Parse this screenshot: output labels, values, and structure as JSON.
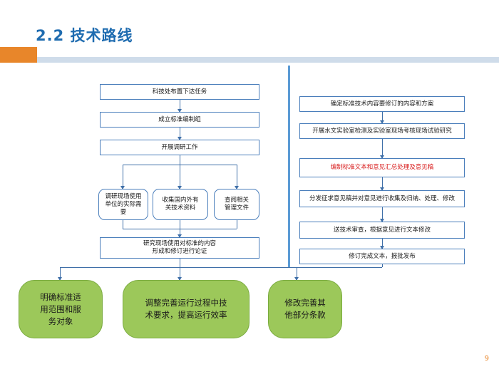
{
  "slide": {
    "title": "2.2  技术路线",
    "page_number": "9",
    "accent_color": "#e8862a",
    "title_color": "#1f6cb0",
    "divider_color": "#5b9bd5",
    "green_box_fill": "#9cc85a",
    "green_box_border": "#7aab3f",
    "box_border_color": "#4a7ebb",
    "highlight_text_color": "#d81b1b"
  },
  "left_column": {
    "steps": [
      {
        "id": "step-1",
        "text": "科技处布置下达任务"
      },
      {
        "id": "step-2",
        "text": "成立标准编制组"
      },
      {
        "id": "step-3",
        "text": "开展调研工作"
      }
    ],
    "parallel": [
      {
        "id": "step-4a",
        "line1": "调研现场使用",
        "line2": "单位的实际需",
        "line3": "要"
      },
      {
        "id": "step-4b",
        "line1": "收集国内外有",
        "line2": "关技术资料"
      },
      {
        "id": "step-4c",
        "line1": "查阅相关",
        "line2": "管理文件"
      }
    ],
    "summary": {
      "id": "step-5",
      "line1": "研究现场使用对标准的内容",
      "line2": "形成和修订进行论证"
    }
  },
  "right_column": {
    "steps": [
      {
        "id": "r-step-1",
        "text": "确定标准技术内容要修订的内容和方案",
        "highlight": false
      },
      {
        "id": "r-step-2",
        "text": "开展水文实验室检测及实验室现场考核现场试验研究",
        "highlight": false
      },
      {
        "id": "r-step-3",
        "text": "编制标准文本和意见汇总处理及意见稿",
        "highlight": true
      },
      {
        "id": "r-step-4",
        "text": "分发征求意见稿并对意见进行收集及归纳、处理、修改",
        "highlight": false
      },
      {
        "id": "r-step-5",
        "text": "送技术审查，根据意见进行文本修改",
        "highlight": false
      },
      {
        "id": "r-step-6",
        "text": "修订完成文本，报批发布",
        "highlight": false
      }
    ]
  },
  "results": [
    {
      "id": "result-1",
      "line1": "明确标准适",
      "line2": "用范围和服",
      "line3": "务对象"
    },
    {
      "id": "result-2",
      "line1": "调整完善运行过程中技",
      "line2": "术要求，提高运行效率"
    },
    {
      "id": "result-3",
      "line1": "修改完善其",
      "line2": "他部分条款"
    }
  ]
}
